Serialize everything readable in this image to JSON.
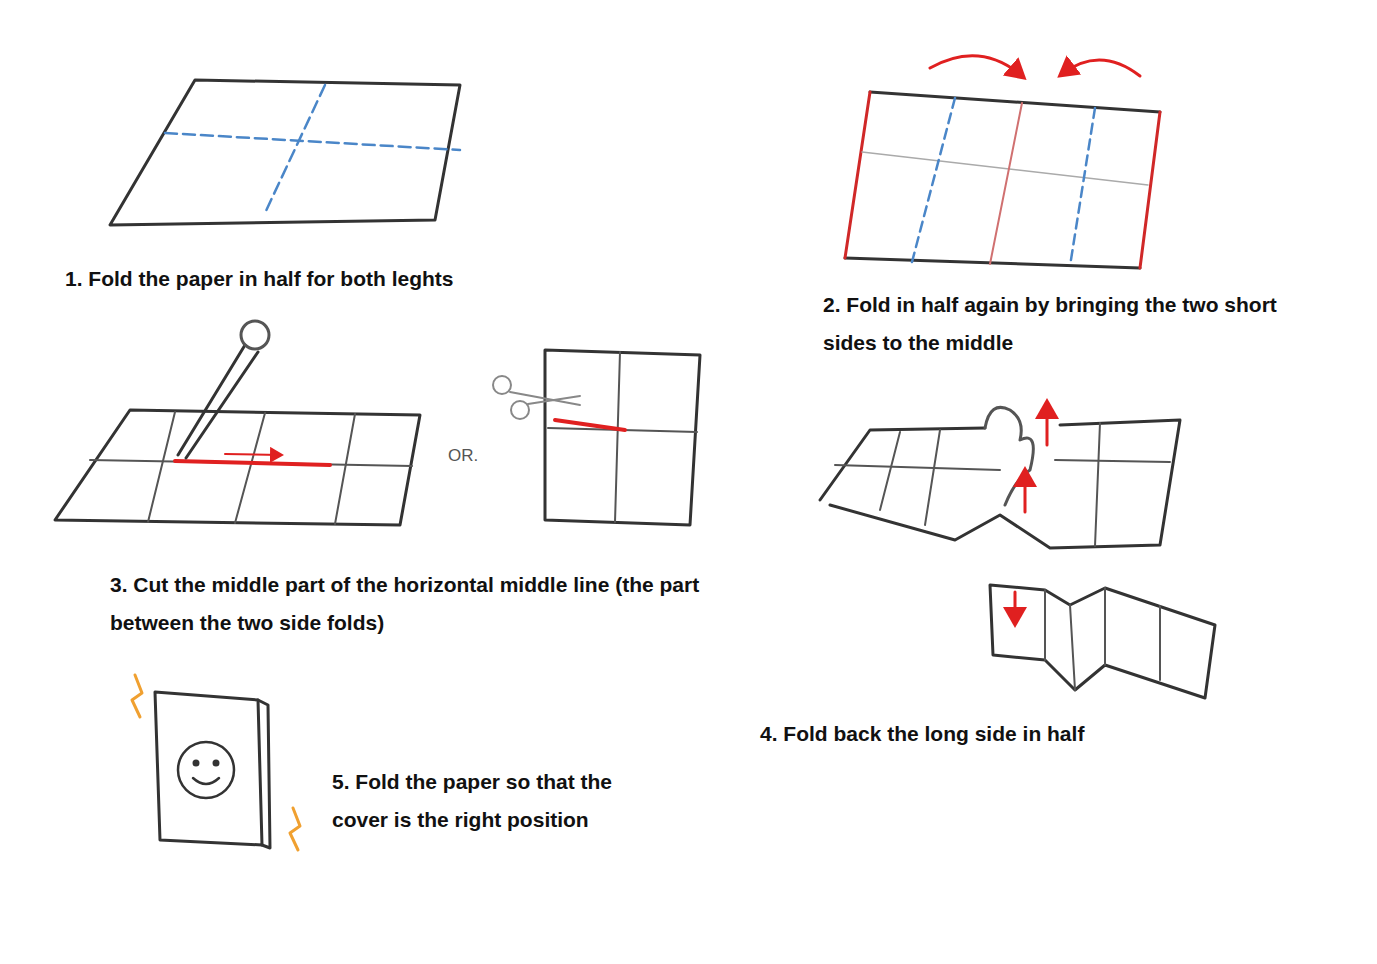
{
  "diagram": {
    "labels": [
      "1. Fold the paper in half for both leghts",
      "2. Fold in half again by bringing the two short sides to the middle",
      "3. Cut the middle part of the horizontal middle line (the part between the two side folds)",
      "OR.",
      "4. Fold back the long side in half",
      "5. Fold the paper so that the cover is the right position"
    ]
  }
}
